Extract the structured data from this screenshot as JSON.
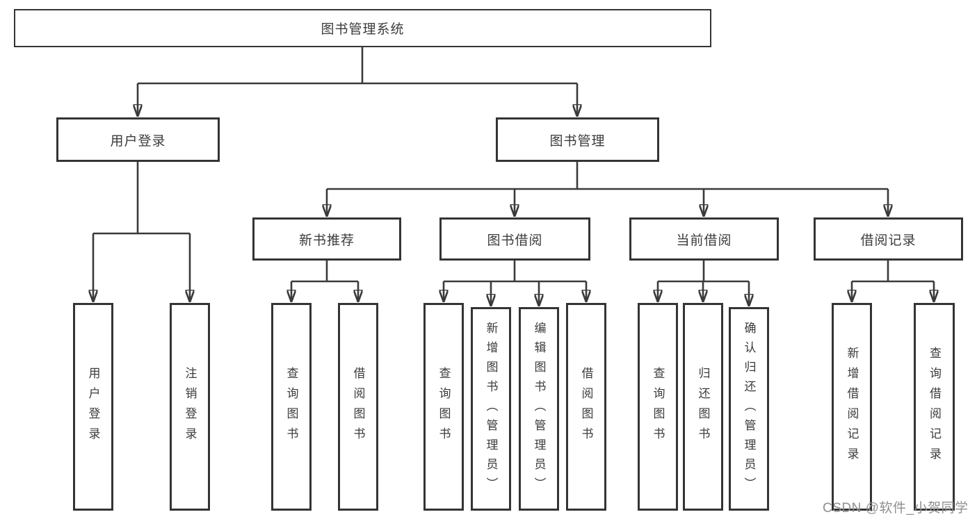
{
  "colors": {
    "line": "#3a3a3a",
    "box_border": "#343434",
    "text": "#3b3b3b",
    "watermark": "#8f8f8f",
    "background": "#ffffff"
  },
  "tree": {
    "root": "图书管理系统",
    "branches": [
      {
        "label": "用户登录",
        "children": [
          "用户登录",
          "注销登录"
        ]
      },
      {
        "label": "图书管理",
        "children": [
          {
            "label": "新书推荐",
            "children": [
              "查询图书",
              "借阅图书"
            ]
          },
          {
            "label": "图书借阅",
            "children": [
              "查询图书",
              "新增图书（管理员）",
              "编辑图书（管理员）",
              "借阅图书"
            ]
          },
          {
            "label": "当前借阅",
            "children": [
              "查询图书",
              "归还图书",
              "确认归还（管理员）"
            ]
          },
          {
            "label": "借阅记录",
            "children": [
              "新增借阅记录",
              "查询借阅记录"
            ]
          }
        ]
      }
    ]
  },
  "watermark": "CSDN @软件_小贺同学"
}
